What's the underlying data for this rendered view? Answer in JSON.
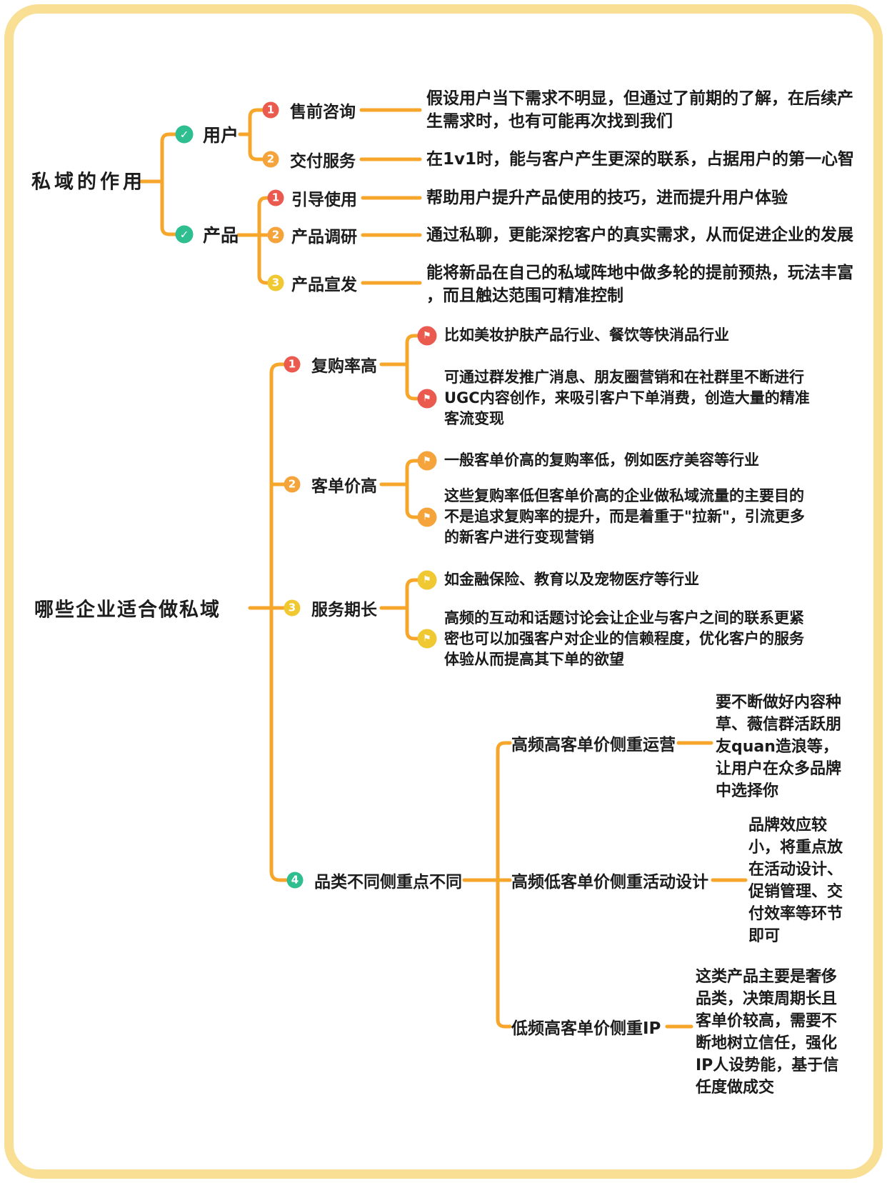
{
  "colors": {
    "line_orange": "#F6A62B",
    "frame_yellow": "#F8DF94",
    "badge_red": "#EA5A4F",
    "badge_orange": "#F5A43C",
    "badge_yellow": "#F0C832",
    "badge_green": "#2FBE8F",
    "text": "#1d1d1d"
  },
  "icons": {
    "check": "✓",
    "flag": "⚑"
  },
  "map1": {
    "title": "私域的作用",
    "branches": [
      {
        "label": "用户",
        "children": [
          {
            "num": "1",
            "label": "售前咨询",
            "desc": "假设用户当下需求不明显，但通过了前期的了解，在后续产\n生需求时，也有可能再次找到我们"
          },
          {
            "num": "2",
            "label": "交付服务",
            "desc": "在1v1时，能与客户产生更深的联系，占据用户的第一心智"
          }
        ]
      },
      {
        "label": "产品",
        "children": [
          {
            "num": "1",
            "label": "引导使用",
            "desc": "帮助用户提升产品使用的技巧，进而提升用户体验"
          },
          {
            "num": "2",
            "label": "产品调研",
            "desc": "通过私聊，更能深挖客户的真实需求，从而促进企业的发展"
          },
          {
            "num": "3",
            "label": "产品宣发",
            "desc": "能将新品在自己的私域阵地中做多轮的提前预热，玩法丰富\n，而且触达范围可精准控制"
          }
        ]
      }
    ]
  },
  "map2": {
    "title": "哪些企业适合做私域",
    "branches": [
      {
        "num": "1",
        "label": "复购率高",
        "flags": [
          {
            "desc": "比如美妆护肤产品行业、餐饮等快消品行业"
          },
          {
            "desc": "可通过群发推广消息、朋友圈营销和在社群里不断进行\nUGC内容创作，来吸引客户下单消费，创造大量的精准\n客流变现"
          }
        ]
      },
      {
        "num": "2",
        "label": "客单价高",
        "flags": [
          {
            "desc": "一般客单价高的复购率低，例如医疗美容等行业"
          },
          {
            "desc": "这些复购率低但客单价高的企业做私域流量的主要目的\n不是追求复购率的提升，而是着重于\"拉新\"，引流更多\n的新客户进行变现营销"
          }
        ]
      },
      {
        "num": "3",
        "label": "服务期长",
        "flags": [
          {
            "desc": "如金融保险、教育以及宠物医疗等行业"
          },
          {
            "desc": "高频的互动和话题讨论会让企业与客户之间的联系更紧\n密也可以加强客户对企业的信赖程度，优化客户的服务\n体验从而提高其下单的欲望"
          }
        ]
      },
      {
        "num": "4",
        "label": "品类不同侧重点不同",
        "subs": [
          {
            "label": "高频高客单价侧重运营",
            "desc": "要不断做好内容种\n草、薇信群活跃朋\n友quan造浪等，\n让用户在众多品牌\n中选择你"
          },
          {
            "label": "高频低客单价侧重活动设计",
            "desc": "品牌效应较\n小，将重点放\n在活动设计、\n促销管理、交\n付效率等环节\n即可"
          },
          {
            "label": "低频高客单价侧重IP",
            "desc": "这类产品主要是奢侈\n品类，决策周期长且\n客单价较高，需要不\n断地树立信任，强化\nIP人设势能，基于信\n任度做成交"
          }
        ]
      }
    ]
  }
}
